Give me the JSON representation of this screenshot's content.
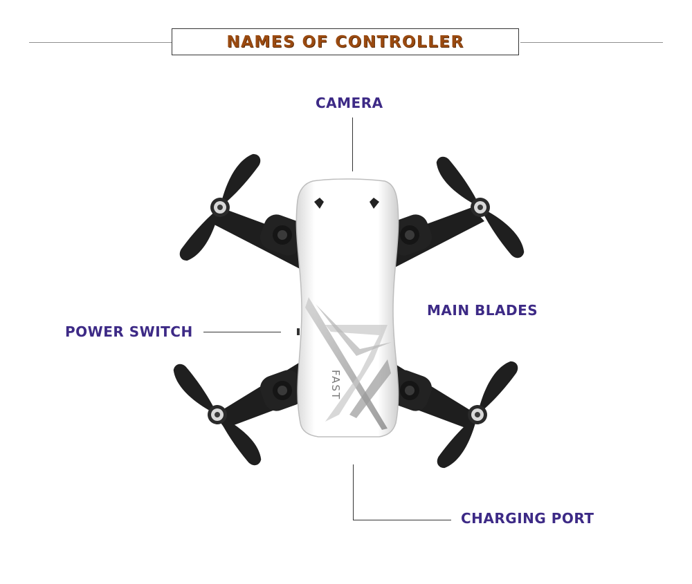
{
  "title": "NAMES OF CONTROLLER",
  "labels": {
    "camera": "CAMERA",
    "main_blades": "MAIN BLADES",
    "power_switch": "POWER SWITCH",
    "charging_port": "CHARGING PORT"
  },
  "drone_body_text": "FAST",
  "colors": {
    "title": "#9a4a10",
    "label": "#3d2a86",
    "body": "#ffffff",
    "arm": "#1e1e1e"
  }
}
